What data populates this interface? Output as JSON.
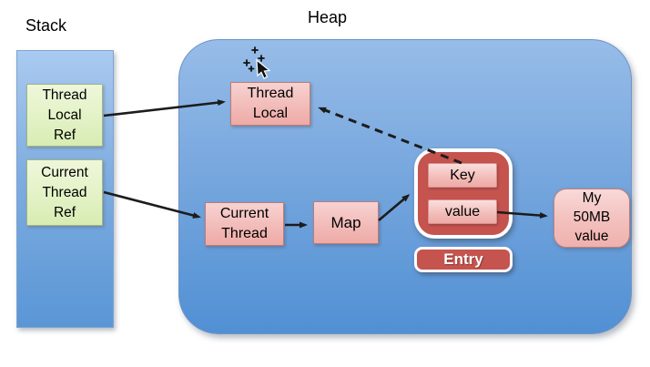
{
  "titles": {
    "stack": "Stack",
    "heap": "Heap"
  },
  "stack": {
    "thread_local_ref": "Thread\nLocal\nRef",
    "current_thread_ref": "Current\nThread\nRef"
  },
  "heap": {
    "thread_local": "Thread\nLocal",
    "current_thread": "Current\nThread",
    "map": "Map",
    "entry": {
      "key": "Key",
      "value": "value",
      "label": "Entry"
    },
    "my_value": "My\n50MB\nvalue"
  },
  "icons": {
    "cursor": "move-sparkle-cursor"
  },
  "edges": [
    {
      "from": "thread-local-ref",
      "to": "thread-local",
      "style": "solid"
    },
    {
      "from": "current-thread-ref",
      "to": "current-thread",
      "style": "solid"
    },
    {
      "from": "current-thread",
      "to": "map",
      "style": "solid"
    },
    {
      "from": "map",
      "to": "entry",
      "style": "solid"
    },
    {
      "from": "value",
      "to": "my-50mb-value",
      "style": "solid"
    },
    {
      "from": "entry-key",
      "to": "thread-local",
      "style": "dashed"
    }
  ],
  "colors": {
    "heap_fill_top": "#97bce8",
    "heap_fill_bottom": "#5190d4",
    "stack_fill_top": "#aacaf0",
    "stack_fill_bottom": "#5a96d6",
    "green_box_top": "#eef7da",
    "green_box_bottom": "#d8ecb2",
    "pink_box_top": "#f7d2d1",
    "pink_box_bottom": "#eeaaa6",
    "entry_fill": "#c5534e",
    "arrow": "#1c1c1c",
    "text": "#000000"
  }
}
